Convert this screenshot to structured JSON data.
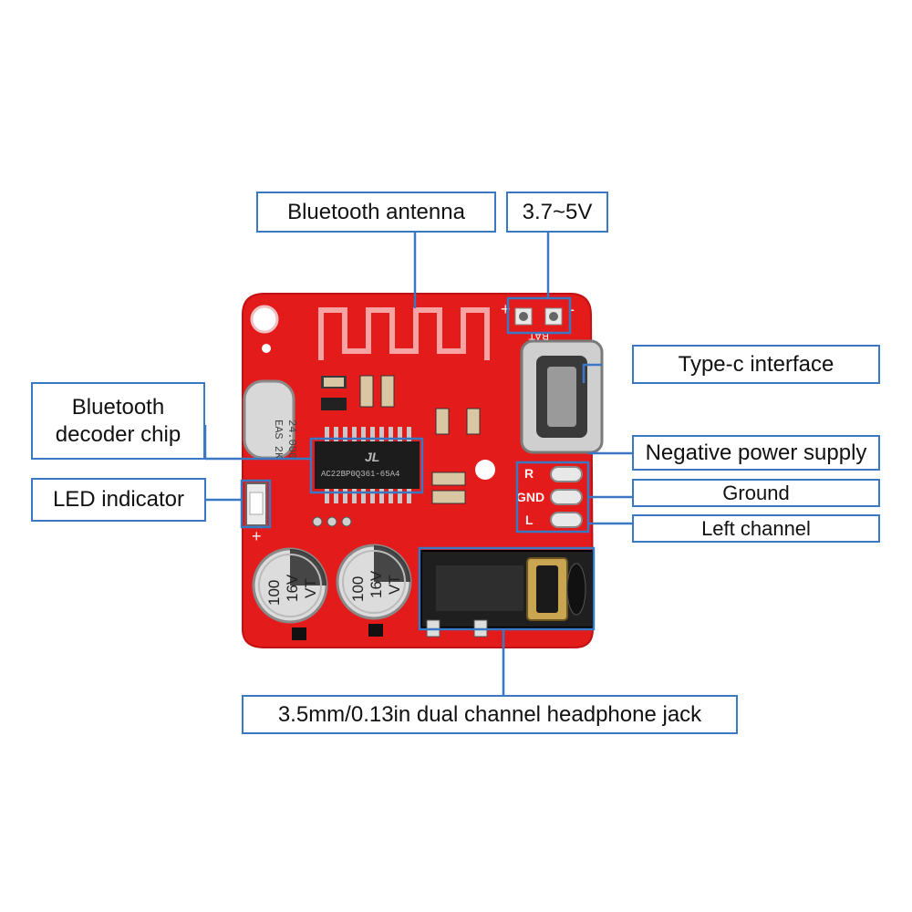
{
  "labels": {
    "antenna": "Bluetooth antenna",
    "voltage": "3.7~5V",
    "typec": "Type-c interface",
    "decoder_line1": "Bluetooth",
    "decoder_line2": "decoder chip",
    "led": "LED indicator",
    "negative": "Negative power supply",
    "ground": "Ground",
    "left": "Left channel",
    "jack": "3.5mm/0.13in dual channel headphone jack"
  },
  "board_marks": {
    "plus_top": "+",
    "minus_top": "-",
    "bat": "BAT",
    "pin_r": "R",
    "pin_gnd": "GND",
    "pin_l": "L",
    "led_plus": "+",
    "crystal_line1": "24.000",
    "crystal_line2": "EAS 2K",
    "chip_logo": "JL",
    "chip_code": "AC22BP0Q361-65A4",
    "cap1_line1": "100",
    "cap1_line2": "16V",
    "cap1_line3": "VT",
    "cap2_line1": "100",
    "cap2_line2": "16V",
    "cap2_line3": "VT"
  },
  "colors": {
    "pcb": "#e31b1b",
    "callout": "#3a78c4"
  }
}
